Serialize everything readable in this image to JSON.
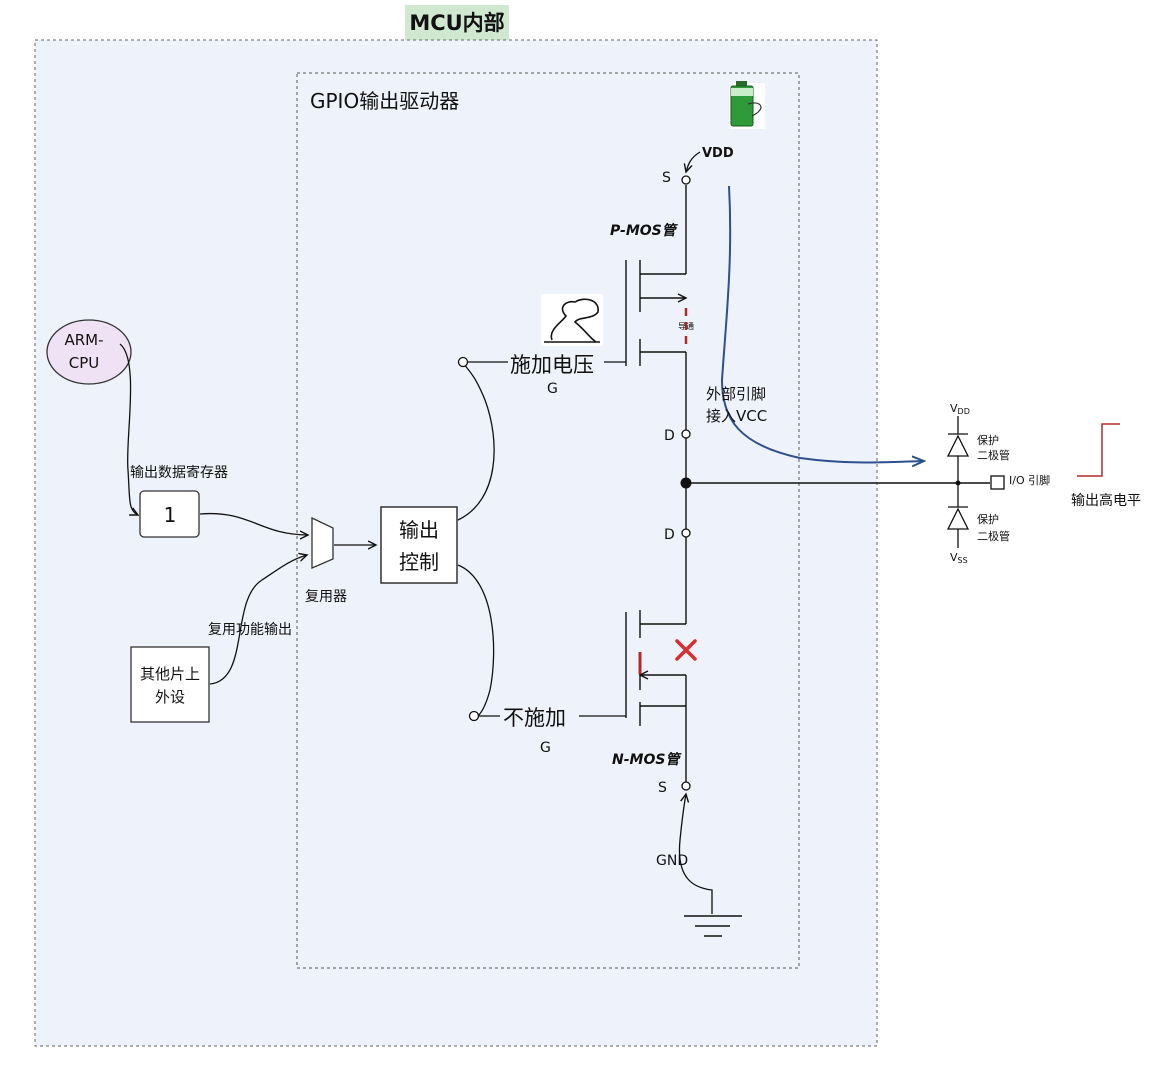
{
  "mcu": {
    "title": "MCU内部"
  },
  "gpio": {
    "title": "GPIO输出驱动器"
  },
  "cpu": {
    "line1": "ARM-",
    "line2": "CPU"
  },
  "register": {
    "label": "输出数据寄存器",
    "value": "1"
  },
  "peripheral": {
    "line1": "其他片上",
    "line2": "外设",
    "output_label": "复用功能输出"
  },
  "mux": {
    "label": "复用器"
  },
  "output_control": {
    "line1": "输出",
    "line2": "控制"
  },
  "upper_path": {
    "label": "施加电压",
    "gate": "G"
  },
  "lower_path": {
    "label": "不施加",
    "gate": "G"
  },
  "pmos": {
    "label": "P-MOS管",
    "source": "S",
    "drain": "D",
    "channel_note": "导通",
    "state": "on"
  },
  "nmos": {
    "label": "N-MOS管",
    "source": "S",
    "drain": "D",
    "state": "off"
  },
  "supply": {
    "vdd": "VDD",
    "gnd": "GND"
  },
  "external": {
    "line1": "外部引脚",
    "line2": "接入VCC"
  },
  "protection": {
    "top_rail": "V",
    "top_rail_sub": "DD",
    "bottom_rail": "V",
    "bottom_rail_sub": "SS",
    "top_diode": {
      "line1": "保护",
      "line2": "二极管"
    },
    "bottom_diode": {
      "line1": "保护",
      "line2": "二极管"
    },
    "pin_label": "I/O 引脚"
  },
  "output_level": {
    "label": "输出高电平"
  },
  "colors": {
    "accent_red": "#b22a2a",
    "accent_green": "#2f7d32",
    "arrow_blue": "#2f4f8f",
    "region_fill": "#eef2fa",
    "title_chip": "#cfe8cf",
    "cpu_fill": "#efe2f5"
  }
}
